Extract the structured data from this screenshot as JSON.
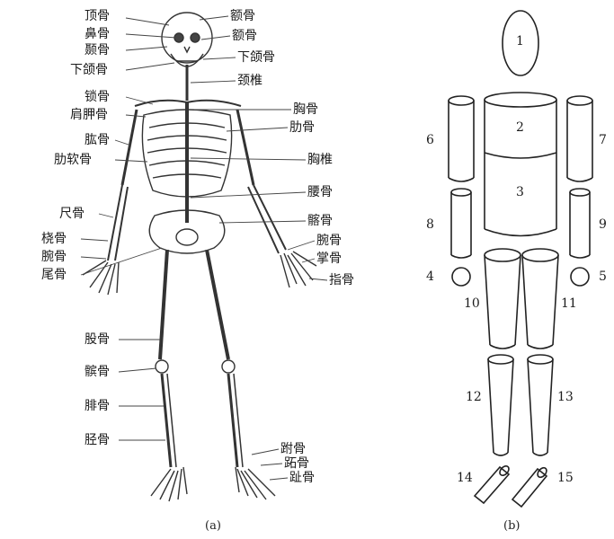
{
  "panel_a": {
    "caption": "(a)",
    "labels_left": [
      "顶骨",
      "鼻骨",
      "颞骨",
      "下颌骨",
      "锁骨",
      "肩胛骨",
      "肱骨",
      "肋软骨",
      "尺骨",
      "桡骨",
      "腕骨",
      "尾骨",
      "股骨",
      "髌骨",
      "腓骨",
      "胫骨"
    ],
    "labels_right": [
      "额骨",
      "额骨",
      "下颌骨",
      "颈椎",
      "胸骨",
      "肋骨",
      "胸椎",
      "腰骨",
      "髂骨",
      "腕骨",
      "掌骨",
      "指骨",
      "跗骨",
      "跖骨",
      "趾骨"
    ]
  },
  "panel_b": {
    "caption": "(b)",
    "numbers": [
      "1",
      "2",
      "3",
      "4",
      "5",
      "6",
      "7",
      "8",
      "9",
      "10",
      "11",
      "12",
      "13",
      "14",
      "15"
    ]
  }
}
